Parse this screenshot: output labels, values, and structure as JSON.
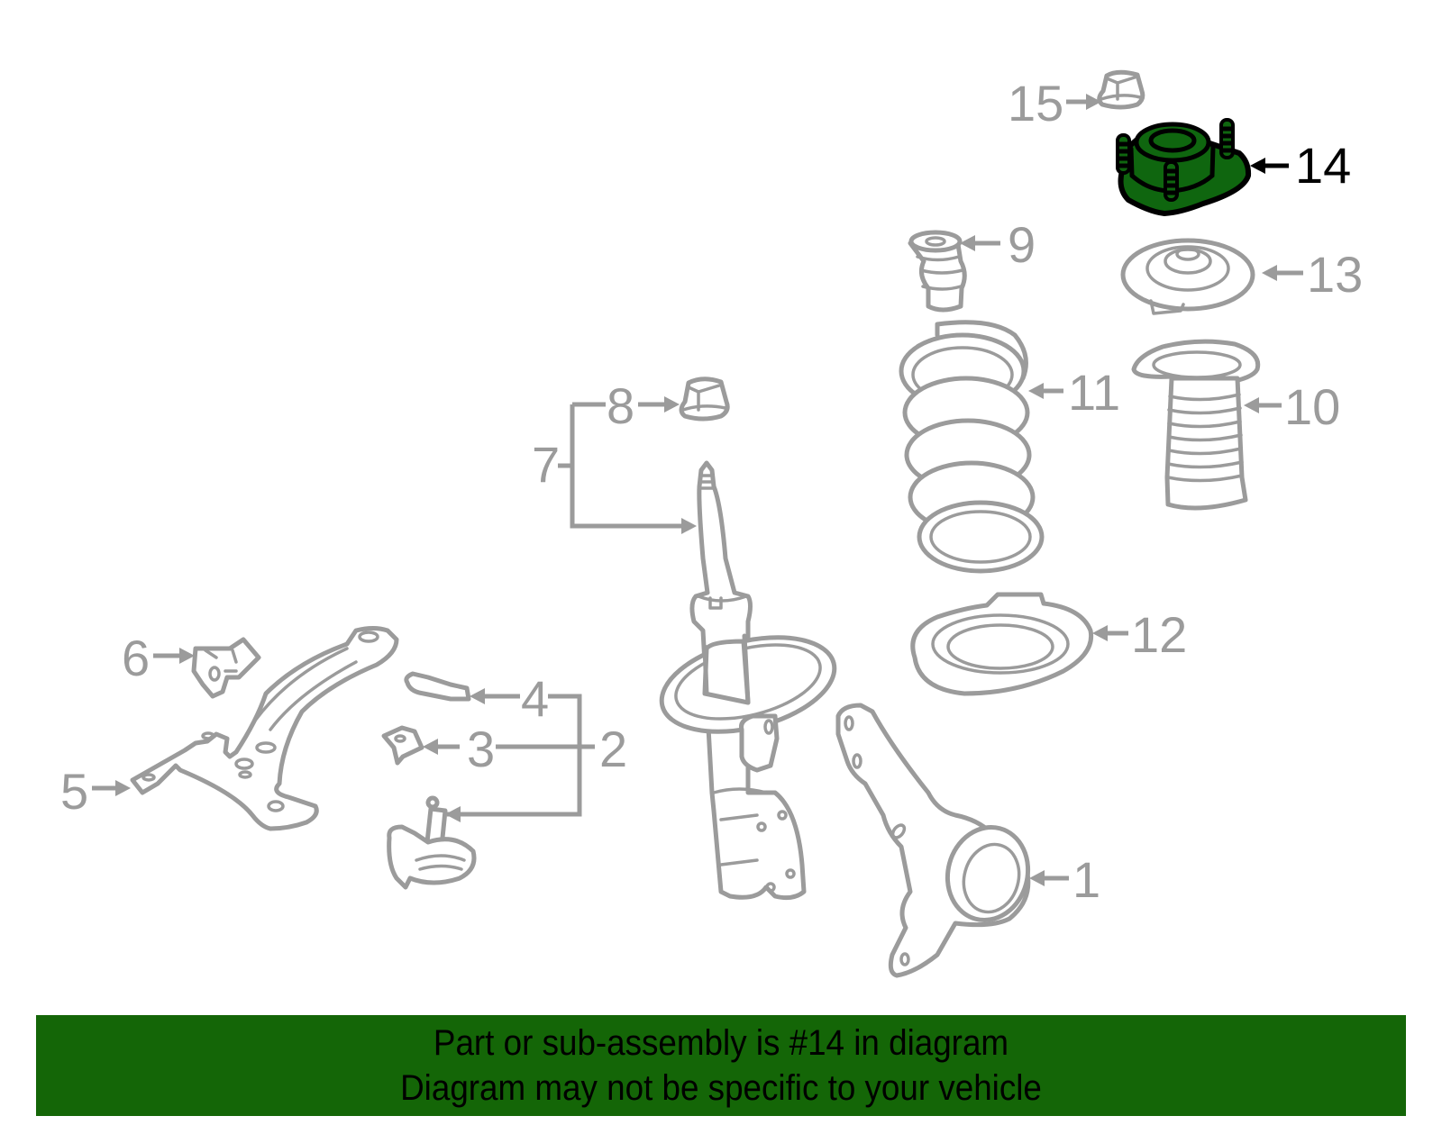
{
  "diagram": {
    "title": "Front suspension exploded parts diagram",
    "highlighted_part": "14",
    "colors": {
      "line": "#9b9b9b",
      "highlight_fill": "#0f660f",
      "highlight_label": "#000000",
      "banner": "#146607",
      "background": "#ffffff"
    },
    "callouts": [
      {
        "number": "1",
        "part": "steering-knuckle"
      },
      {
        "number": "2",
        "part": "lower-ball-joint-assembly"
      },
      {
        "number": "3",
        "part": "ball-joint-clip"
      },
      {
        "number": "4",
        "part": "ball-joint-boot"
      },
      {
        "number": "5",
        "part": "lower-control-arm"
      },
      {
        "number": "6",
        "part": "control-arm-bushing"
      },
      {
        "number": "7",
        "part": "strut-assembly"
      },
      {
        "number": "8",
        "part": "strut-nut"
      },
      {
        "number": "9",
        "part": "bump-stop"
      },
      {
        "number": "10",
        "part": "dust-boot"
      },
      {
        "number": "11",
        "part": "coil-spring"
      },
      {
        "number": "12",
        "part": "lower-spring-insulator"
      },
      {
        "number": "13",
        "part": "upper-spring-seat"
      },
      {
        "number": "14",
        "part": "strut-mount",
        "highlighted": true
      },
      {
        "number": "15",
        "part": "mount-nut"
      }
    ]
  },
  "labels": {
    "l1": "1",
    "l2": "2",
    "l3": "3",
    "l4": "4",
    "l5": "5",
    "l6": "6",
    "l7": "7",
    "l8": "8",
    "l9": "9",
    "l10": "10",
    "l11": "11",
    "l12": "12",
    "l13": "13",
    "l14": "14",
    "l15": "15"
  },
  "banner": {
    "line1": "Part or sub-assembly is #14 in diagram",
    "line2": "Diagram may not be specific to your vehicle"
  }
}
